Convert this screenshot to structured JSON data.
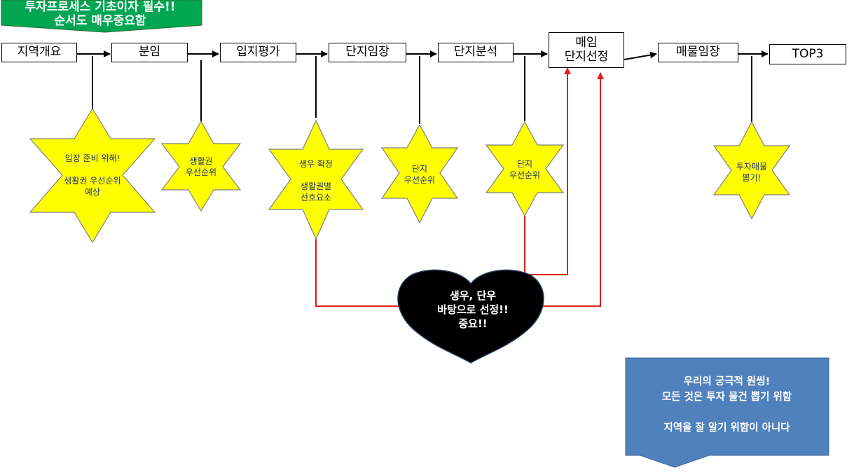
{
  "banner": {
    "line1": "투자프로세스 기초이자 필수!!",
    "line2": "순서도 매우중요함",
    "color": "#00a651"
  },
  "steps": [
    {
      "label": "지역개요"
    },
    {
      "label": "분임"
    },
    {
      "label": "입지평가"
    },
    {
      "label": "단지임장"
    },
    {
      "label": "단지분석"
    },
    {
      "label": "매임\n단지선정"
    },
    {
      "label": "매물임장"
    },
    {
      "label": "TOP3"
    }
  ],
  "stars": [
    {
      "text": "임장 준비 위해!\n\n생활권 우선순위\n예상"
    },
    {
      "text": "생활권\n우선순위"
    },
    {
      "text": "생우 확정\n\n생활권별\n선호요소"
    },
    {
      "text": "단지\n우선순위"
    },
    {
      "text": "단지\n우선순위"
    },
    {
      "text": "투자매물\n뽑기!"
    }
  ],
  "heart": {
    "text": "생우, 단우\n바탕으로 선정!!\n중요!!",
    "color": "#000000"
  },
  "callout": {
    "line1": "우리의 궁극적 원씽!",
    "line2": "모든 것은 투자 물건 뽑기 위함",
    "line3": "",
    "line4": "지역을 잘 알기 위함이 아니다",
    "color": "#4f81bd"
  },
  "colors": {
    "star_fill": "#ffff00",
    "star_stroke": "#7f7f7f",
    "red_line": "#e31b1b"
  }
}
